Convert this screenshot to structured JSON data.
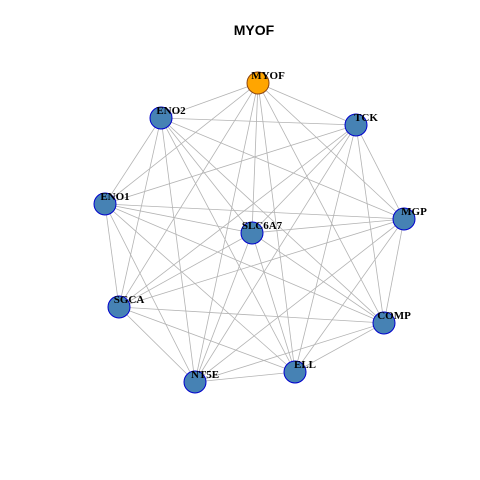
{
  "title": "MYOF",
  "colors": {
    "edge": "#b3b3b3",
    "node_fill": "#4682b4",
    "node_stroke": "#0000cd",
    "highlight_fill": "#ffa500",
    "highlight_stroke": "#8b4513"
  },
  "nodes": [
    {
      "id": "MYOF",
      "label": "MYOF",
      "highlight": true
    },
    {
      "id": "ENO2",
      "label": "ENO2",
      "highlight": false
    },
    {
      "id": "TCK",
      "label": "TCK",
      "highlight": false
    },
    {
      "id": "ENO1",
      "label": "ENO1",
      "highlight": false
    },
    {
      "id": "SLC6A7",
      "label": "SLC6A7",
      "highlight": false
    },
    {
      "id": "MGP",
      "label": "MGP",
      "highlight": false
    },
    {
      "id": "SGCA",
      "label": "SGCA",
      "highlight": false
    },
    {
      "id": "COMP",
      "label": "COMP",
      "highlight": false
    },
    {
      "id": "NT5E",
      "label": "NT5E",
      "highlight": false
    },
    {
      "id": "ELL",
      "label": "ELL",
      "highlight": false
    }
  ],
  "edges": [
    [
      "MYOF",
      "ENO2"
    ],
    [
      "MYOF",
      "TCK"
    ],
    [
      "MYOF",
      "ENO1"
    ],
    [
      "MYOF",
      "SLC6A7"
    ],
    [
      "MYOF",
      "MGP"
    ],
    [
      "MYOF",
      "SGCA"
    ],
    [
      "MYOF",
      "COMP"
    ],
    [
      "MYOF",
      "NT5E"
    ],
    [
      "MYOF",
      "ELL"
    ],
    [
      "ENO2",
      "TCK"
    ],
    [
      "ENO2",
      "ENO1"
    ],
    [
      "ENO2",
      "SLC6A7"
    ],
    [
      "ENO2",
      "MGP"
    ],
    [
      "ENO2",
      "SGCA"
    ],
    [
      "ENO2",
      "COMP"
    ],
    [
      "ENO2",
      "NT5E"
    ],
    [
      "ENO2",
      "ELL"
    ],
    [
      "TCK",
      "ENO1"
    ],
    [
      "TCK",
      "SLC6A7"
    ],
    [
      "TCK",
      "MGP"
    ],
    [
      "TCK",
      "SGCA"
    ],
    [
      "TCK",
      "COMP"
    ],
    [
      "TCK",
      "NT5E"
    ],
    [
      "TCK",
      "ELL"
    ],
    [
      "ENO1",
      "SLC6A7"
    ],
    [
      "ENO1",
      "MGP"
    ],
    [
      "ENO1",
      "SGCA"
    ],
    [
      "ENO1",
      "COMP"
    ],
    [
      "ENO1",
      "NT5E"
    ],
    [
      "ENO1",
      "ELL"
    ],
    [
      "SLC6A7",
      "MGP"
    ],
    [
      "SLC6A7",
      "SGCA"
    ],
    [
      "SLC6A7",
      "COMP"
    ],
    [
      "SLC6A7",
      "NT5E"
    ],
    [
      "SLC6A7",
      "ELL"
    ],
    [
      "MGP",
      "SGCA"
    ],
    [
      "MGP",
      "COMP"
    ],
    [
      "MGP",
      "NT5E"
    ],
    [
      "MGP",
      "ELL"
    ],
    [
      "SGCA",
      "COMP"
    ],
    [
      "SGCA",
      "NT5E"
    ],
    [
      "SGCA",
      "ELL"
    ],
    [
      "COMP",
      "NT5E"
    ],
    [
      "COMP",
      "ELL"
    ],
    [
      "NT5E",
      "ELL"
    ]
  ]
}
